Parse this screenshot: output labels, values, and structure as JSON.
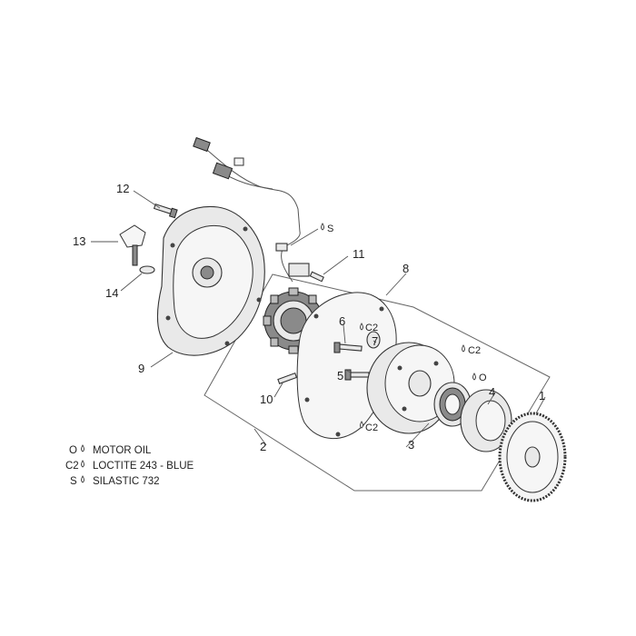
{
  "callouts": {
    "n1": "1",
    "n2": "2",
    "n3": "3",
    "n4": "4",
    "n5": "5",
    "n6": "6",
    "n7": "7",
    "n8": "8",
    "n9": "9",
    "n10": "10",
    "n11": "11",
    "n12": "12",
    "n13": "13",
    "n14": "14"
  },
  "markers": {
    "s": "S",
    "c2_a": "C2",
    "c2_b": "C2",
    "c2_c": "C2",
    "o": "O"
  },
  "legend": {
    "motor_oil": {
      "code": "O",
      "text": "MOTOR OIL"
    },
    "loctite": {
      "code": "C2",
      "text": "LOCTITE 243 - BLUE"
    },
    "silastic": {
      "code": "S",
      "text": "SILASTIC 732"
    }
  }
}
